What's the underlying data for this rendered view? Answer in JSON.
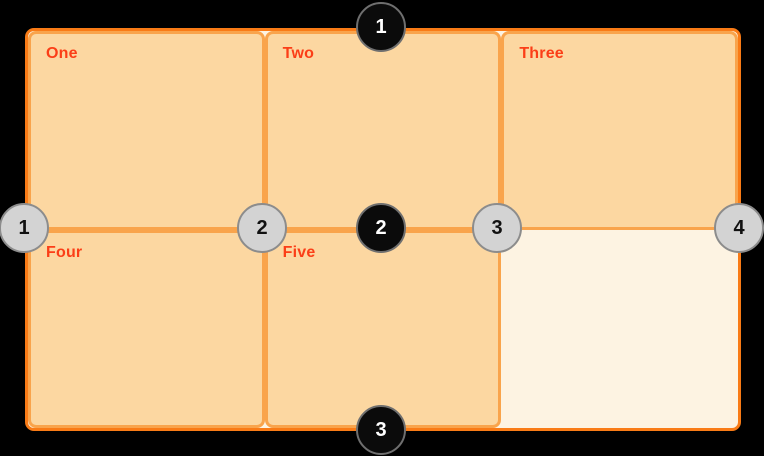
{
  "diagram": {
    "description": "CSS grid lines diagram: 3 columns by 2 rows, numbered row lines (black) and column lines (gray)"
  },
  "colors": {
    "page_background": "#000000",
    "container_border": "#F97B16",
    "container_background": "#FDF3E2",
    "cell_border": "#F9A44C",
    "cell_background": "#FCD7A1",
    "cell_label_text": "#FB3E17",
    "row_marker_fill": "#0B0B0B",
    "row_marker_text": "#FFFFFF",
    "col_marker_fill": "#D3D3D3",
    "col_marker_text": "#111111"
  },
  "grid": {
    "columns": 3,
    "rows": 2,
    "cells": [
      {
        "label": "One",
        "empty": false
      },
      {
        "label": "Two",
        "empty": false
      },
      {
        "label": "Three",
        "empty": false
      },
      {
        "label": "Four",
        "empty": false
      },
      {
        "label": "Five",
        "empty": false
      },
      {
        "label": "",
        "empty": true
      }
    ]
  },
  "row_lines": [
    {
      "number": "1"
    },
    {
      "number": "2"
    },
    {
      "number": "3"
    }
  ],
  "column_lines": [
    {
      "number": "1"
    },
    {
      "number": "2"
    },
    {
      "number": "3"
    },
    {
      "number": "4"
    }
  ]
}
